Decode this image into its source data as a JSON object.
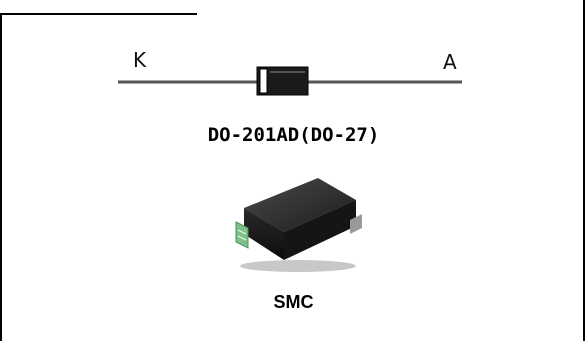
{
  "diagram": {
    "pin_cathode": "K",
    "pin_anode": "A",
    "package_1_label": "DO-201AD(DO-27)",
    "package_2_label": "SMC"
  }
}
